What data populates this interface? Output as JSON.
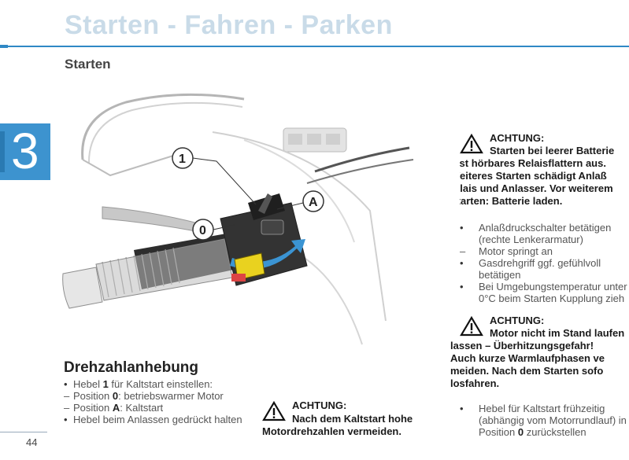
{
  "header": {
    "title": "Starten - Fahren - Parken",
    "section": "Starten",
    "chapter": "3"
  },
  "figure": {
    "callout_1": "1",
    "callout_a": "A",
    "callout_0": "0"
  },
  "left": {
    "heading": "Drehzahlanhebung",
    "items": [
      {
        "type": "bullet",
        "pre": "Hebel ",
        "bold": "1",
        "post": " für Kaltstart einstellen:"
      },
      {
        "type": "dash",
        "pre": "Position ",
        "bold": "0",
        "post": ": betriebswarmer Motor"
      },
      {
        "type": "dash",
        "pre": "Position ",
        "bold": "A",
        "post": ": Kaltstart"
      },
      {
        "type": "bullet",
        "pre": "Hebel beim Anlassen gedrückt halten",
        "bold": "",
        "post": ""
      }
    ]
  },
  "warning_middle": {
    "label": "ACHTUNG:",
    "text": "Nach dem Kaltstart hohe Motordrehzahlen vermeiden."
  },
  "warning_top_right": {
    "label": "ACHTUNG:",
    "line1": "Starten bei leerer Batterie",
    "rest": [
      "löst hörbares Relaisflattern aus.",
      "Weiteres Starten schädigt Anlaß",
      "relais und Anlasser. Vor weiterem",
      "Starten: Batterie laden."
    ]
  },
  "right_steps": [
    {
      "type": "bullet",
      "lines": [
        "Anlaßdruckschalter betätigen",
        "(rechte Lenkerarmatur)"
      ]
    },
    {
      "type": "dash",
      "lines": [
        "Motor springt an"
      ]
    },
    {
      "type": "bullet",
      "lines": [
        "Gasdrehgriff ggf. gefühlvoll",
        "betätigen"
      ]
    },
    {
      "type": "bullet",
      "lines": [
        "Bei Umgebungstemperatur unter",
        "0°C beim Starten Kupplung zieh"
      ]
    }
  ],
  "warning_bottom_right": {
    "label": "ACHTUNG:",
    "line1": "Motor nicht im Stand laufen",
    "rest": [
      "lassen – Überhitzungsgefahr!",
      "Auch kurze Warmlaufphasen ve",
      "meiden. Nach dem Starten sofo",
      "losfahren."
    ]
  },
  "right_last": {
    "lines": [
      "Hebel für Kaltstart frühzeitig",
      "(abhängig vom Motorrundlauf) in"
    ],
    "pre": "Position ",
    "bold": "0",
    "post": " zurückstellen"
  },
  "footer": {
    "page": "44"
  }
}
